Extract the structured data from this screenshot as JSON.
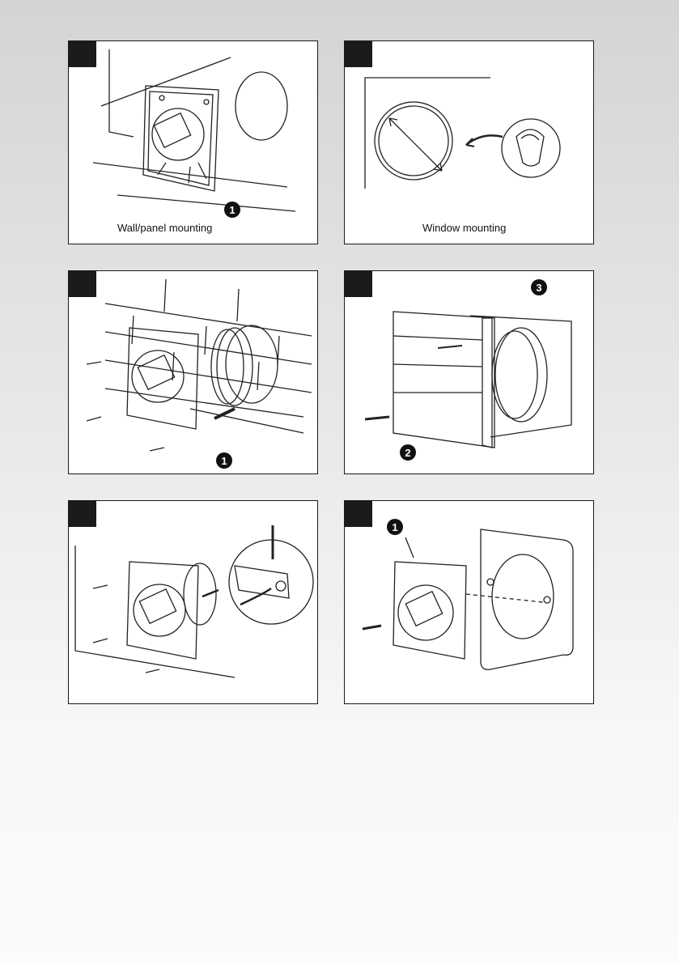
{
  "panels": [
    {
      "caption": "Wall/panel mounting",
      "callouts": [
        "1"
      ]
    },
    {
      "caption": "Window mounting",
      "callouts": []
    },
    {
      "caption": "",
      "callouts": [
        "1"
      ]
    },
    {
      "caption": "",
      "callouts": [
        "3",
        "2"
      ]
    },
    {
      "caption": "",
      "callouts": []
    },
    {
      "caption": "",
      "callouts": [
        "1"
      ]
    }
  ]
}
